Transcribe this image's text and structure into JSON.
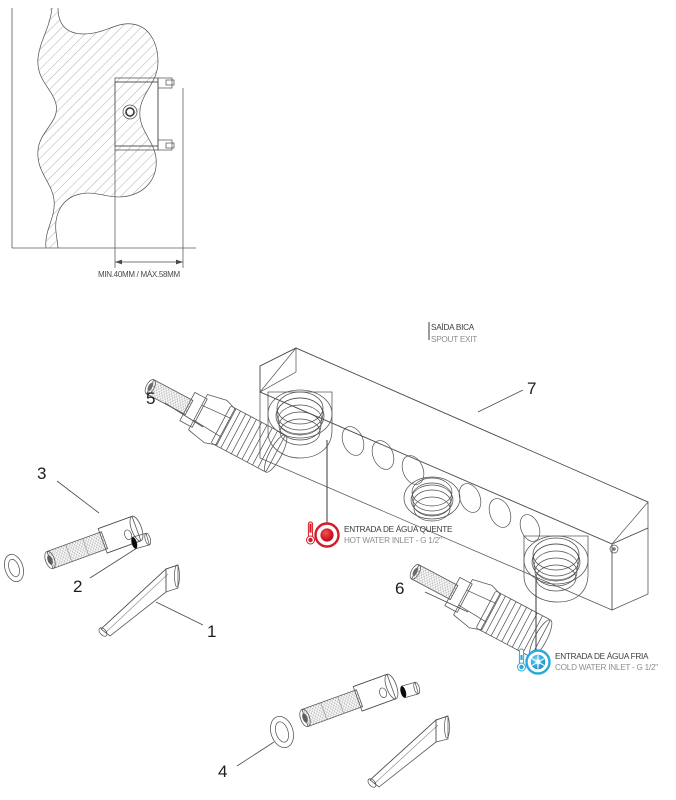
{
  "document": {
    "type": "technical-installation-diagram",
    "product": "concealed thermostatic mixer manifold",
    "language": "pt-BR / en"
  },
  "top_view": {
    "name": "wall-section-view",
    "dimension_label": "MIN.40MM / MÁX.58MM",
    "dimension_min_mm": 40,
    "dimension_max_mm": 58
  },
  "exploded_view": {
    "spout": {
      "title": "SAÍDA BICA",
      "subtitle": "SPOUT EXIT"
    },
    "hot_inlet": {
      "title": "ENTRADA DE ÁGUA QUENTE",
      "subtitle": "HOT WATER INLET - G 1/2\"",
      "color": "#d61b26",
      "icon": "hot-water-icon"
    },
    "cold_inlet": {
      "title": "ENTRADA DE ÁGUA FRIA",
      "subtitle": "COLD WATER INLET - G 1/2\"",
      "color": "#2aa8dd",
      "icon": "cold-water-icon"
    },
    "callouts": [
      {
        "number": "1",
        "part": "allen-key-upper"
      },
      {
        "number": "2",
        "part": "set-screw-upper"
      },
      {
        "number": "3",
        "part": "extension-shaft-upper"
      },
      {
        "number": "4",
        "part": "o-ring-lower"
      },
      {
        "number": "5",
        "part": "cartridge-upper"
      },
      {
        "number": "6",
        "part": "cartridge-lower"
      },
      {
        "number": "7",
        "part": "manifold-body"
      }
    ]
  },
  "colors": {
    "line": "#4a4a4a",
    "hatch": "#6e6e6e",
    "metal_dark": "#141414",
    "metal_light": "#e8e8e8",
    "hot": "#d61b26",
    "cold": "#2aa8dd",
    "subtext": "#8d8d8d",
    "background": "#ffffff"
  }
}
